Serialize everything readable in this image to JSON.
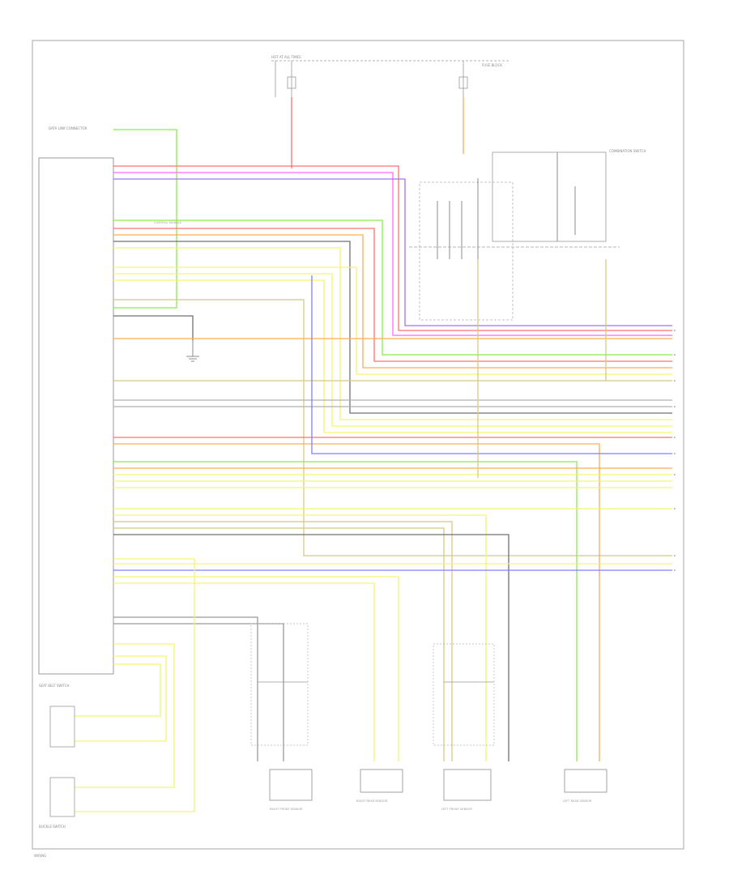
{
  "colors": {
    "border": "#b4b4b4",
    "red": "#ff7070",
    "pink": "#ff66ff",
    "green": "#88ee44",
    "orange": "#ffaa55",
    "yellow": "#f5f570",
    "tan": "#d8c888",
    "gray": "#9a9a9a",
    "dark": "#707070",
    "blue": "#8080ff",
    "violet": "#a070ff"
  },
  "labels": {
    "battery_feed": "HOT AT ALL TIMES",
    "fuse_box": "FUSE BLOCK",
    "data_link": "DATA LINK CONNECTOR",
    "combination_switch": "COMBINATION SWITCH",
    "control_module": "CONTROL MODULE",
    "rf_sensor": "RIGHT FRONT SENSOR",
    "rr_sensor": "RIGHT REAR SENSOR",
    "lf_sensor": "LEFT FRONT SENSOR",
    "lr_sensor": "LEFT REAR SENSOR",
    "bottom_left_1": "SEAT BELT SWITCH",
    "bottom_left_2": "BUCKLE SWITCH",
    "footer": "WIRING"
  }
}
